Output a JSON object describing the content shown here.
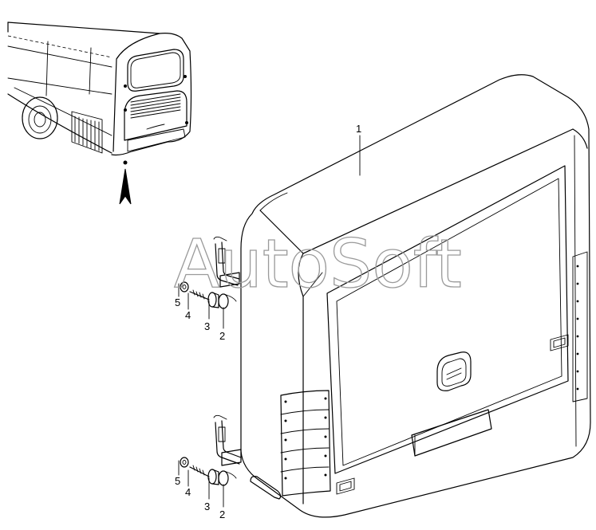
{
  "watermark": "AutoSoft",
  "callouts": {
    "panel": "1",
    "upper": {
      "a": "5",
      "b": "4",
      "c": "3",
      "d": "2"
    },
    "lower": {
      "a": "5",
      "b": "4",
      "c": "3",
      "d": "2"
    }
  }
}
